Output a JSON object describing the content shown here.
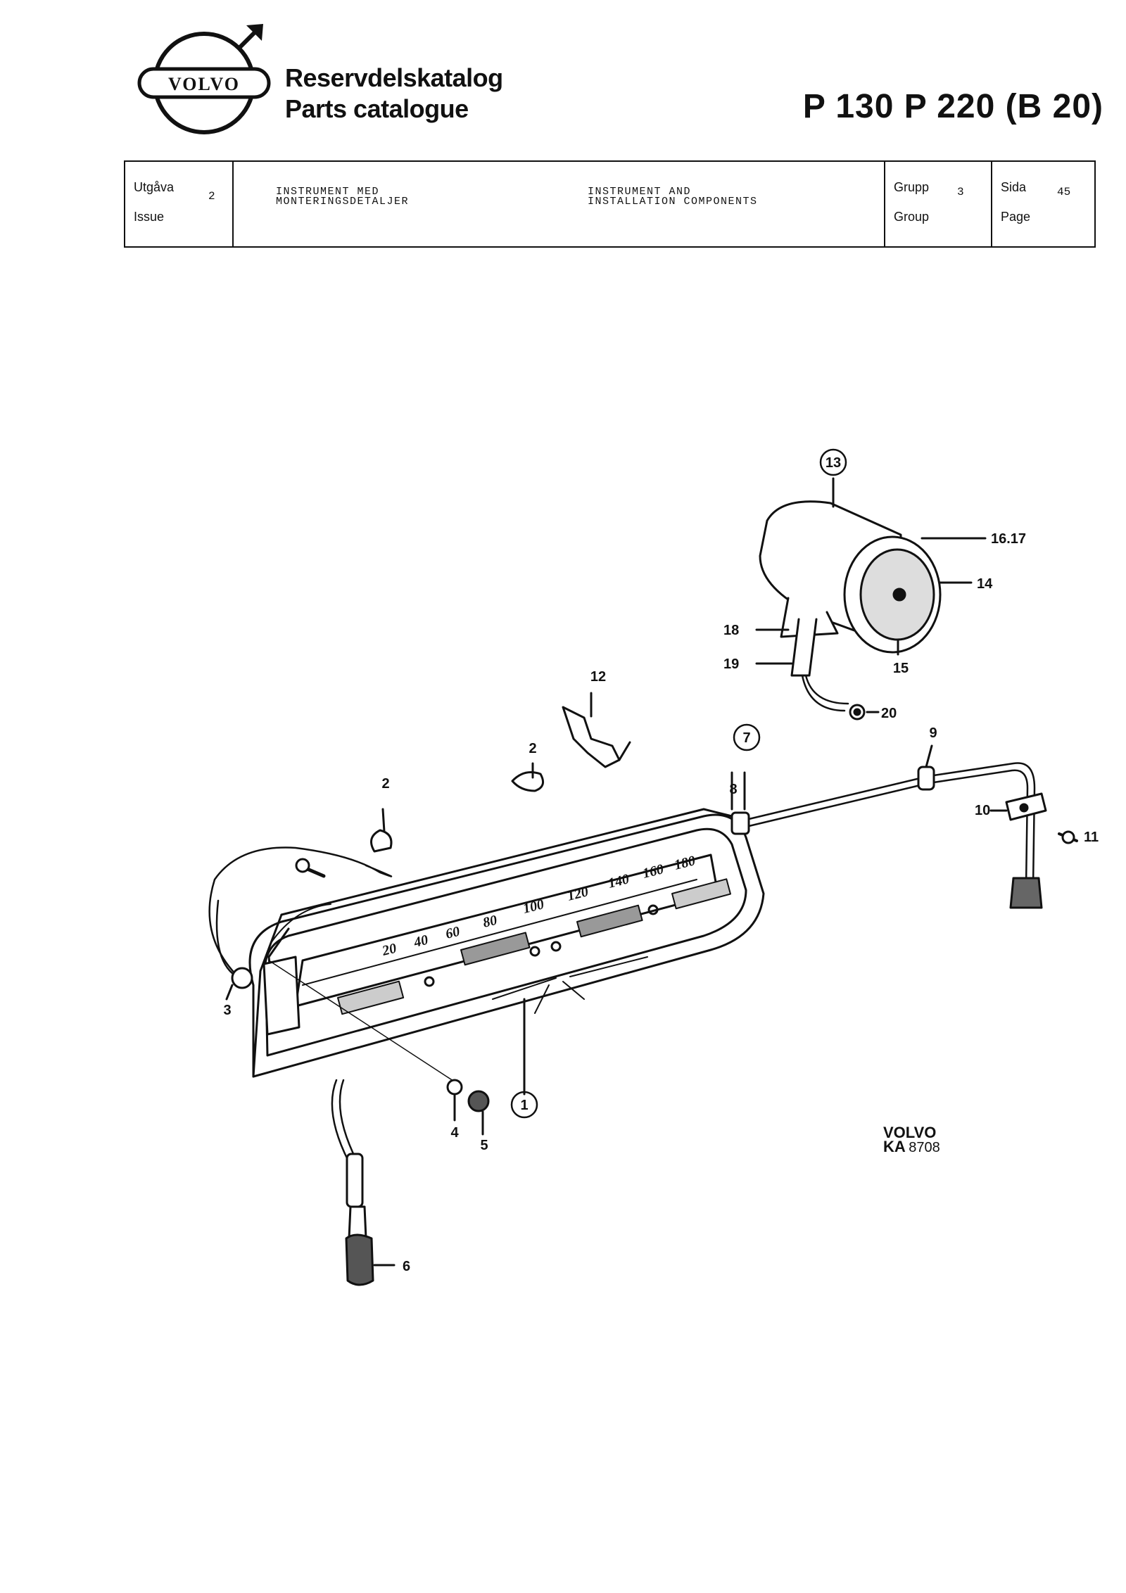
{
  "header": {
    "brand": "VOLVO",
    "title_sv": "Reservdelskatalog",
    "title_en": "Parts catalogue",
    "model": "P 130   P 220 (B 20)"
  },
  "infobox": {
    "issue_label_sv": "Utgåva",
    "issue_label_en": "Issue",
    "issue_value": "2",
    "desc_sv_line1": "INSTRUMENT MED",
    "desc_sv_line2": "MONTERINGSDETALJER",
    "desc_en_line1": "INSTRUMENT AND",
    "desc_en_line2": "INSTALLATION COMPONENTS",
    "group_label_sv": "Grupp",
    "group_label_en": "Group",
    "group_value": "3",
    "page_label_sv": "Sida",
    "page_label_en": "Page",
    "page_value": "45"
  },
  "diagram": {
    "callouts": [
      {
        "id": "c1",
        "label": "1",
        "circled": true
      },
      {
        "id": "c2a",
        "label": "2",
        "circled": false
      },
      {
        "id": "c2b",
        "label": "2",
        "circled": false
      },
      {
        "id": "c3",
        "label": "3",
        "circled": false
      },
      {
        "id": "c4",
        "label": "4",
        "circled": false
      },
      {
        "id": "c5",
        "label": "5",
        "circled": false
      },
      {
        "id": "c6",
        "label": "6",
        "circled": false
      },
      {
        "id": "c7",
        "label": "7",
        "circled": true
      },
      {
        "id": "c8",
        "label": "8",
        "circled": false
      },
      {
        "id": "c9",
        "label": "9",
        "circled": false
      },
      {
        "id": "c10",
        "label": "10",
        "circled": false
      },
      {
        "id": "c11",
        "label": "11",
        "circled": false
      },
      {
        "id": "c12",
        "label": "12",
        "circled": false
      },
      {
        "id": "c13",
        "label": "13",
        "circled": true
      },
      {
        "id": "c14",
        "label": "14",
        "circled": false
      },
      {
        "id": "c15",
        "label": "15",
        "circled": false
      },
      {
        "id": "c1617",
        "label": "16.17",
        "circled": false
      },
      {
        "id": "c18",
        "label": "18",
        "circled": false
      },
      {
        "id": "c19",
        "label": "19",
        "circled": false
      },
      {
        "id": "c20",
        "label": "20",
        "circled": false
      }
    ],
    "speedo_ticks": [
      "20",
      "40",
      "60",
      "80",
      "100",
      "120",
      "140",
      "160",
      "180"
    ],
    "stamp_line1": "VOLVO",
    "stamp_line2_a": "KA",
    "stamp_line2_b": "8708"
  }
}
